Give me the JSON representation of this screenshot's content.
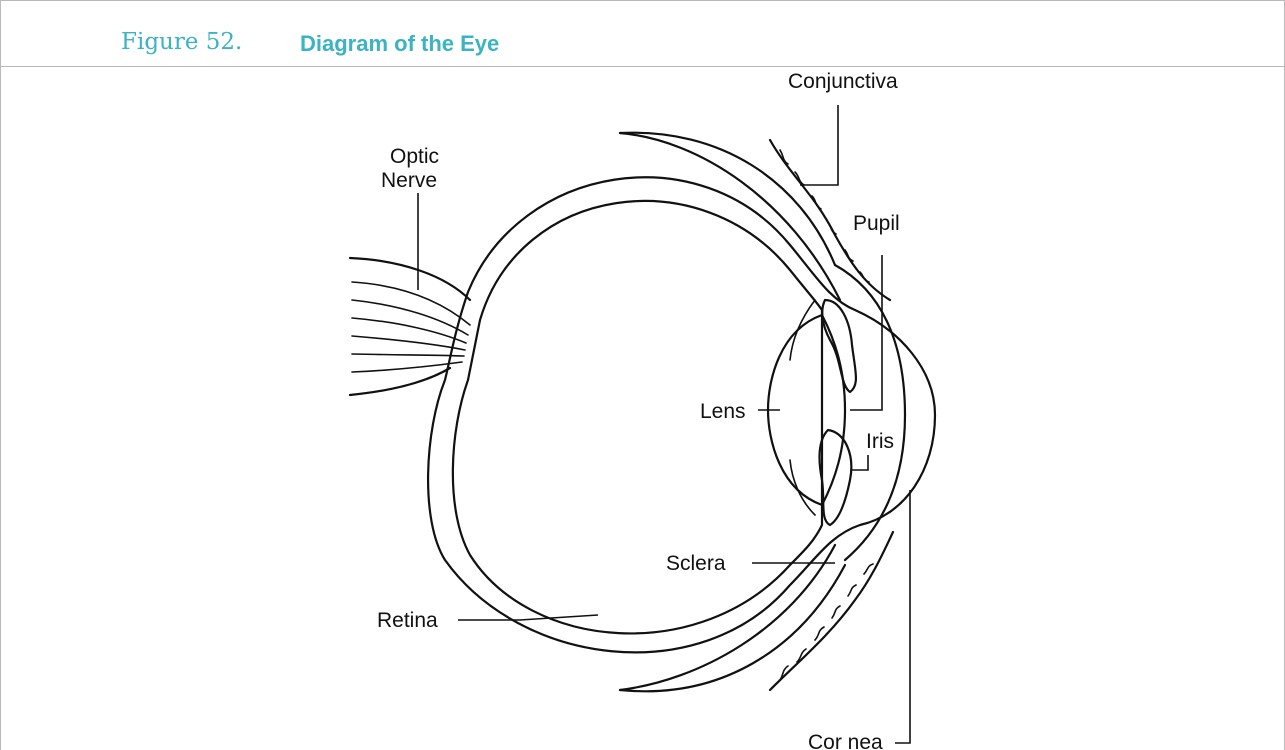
{
  "figure": {
    "number": "Figure 52.",
    "title": "Diagram of the Eye",
    "colors": {
      "number_color": "#3ab3c3",
      "title_color": "#3ab3c3",
      "line_color": "#111111"
    }
  },
  "labels": {
    "conjunctiva": "Conjunctiva",
    "optic_nerve_line1": "Optic",
    "optic_nerve_line2": "Nerve",
    "pupil": "Pupil",
    "lens": "Lens",
    "iris": "Iris",
    "sclera": "Sclera",
    "retina": "Retina",
    "cornea": "Cor nea"
  }
}
